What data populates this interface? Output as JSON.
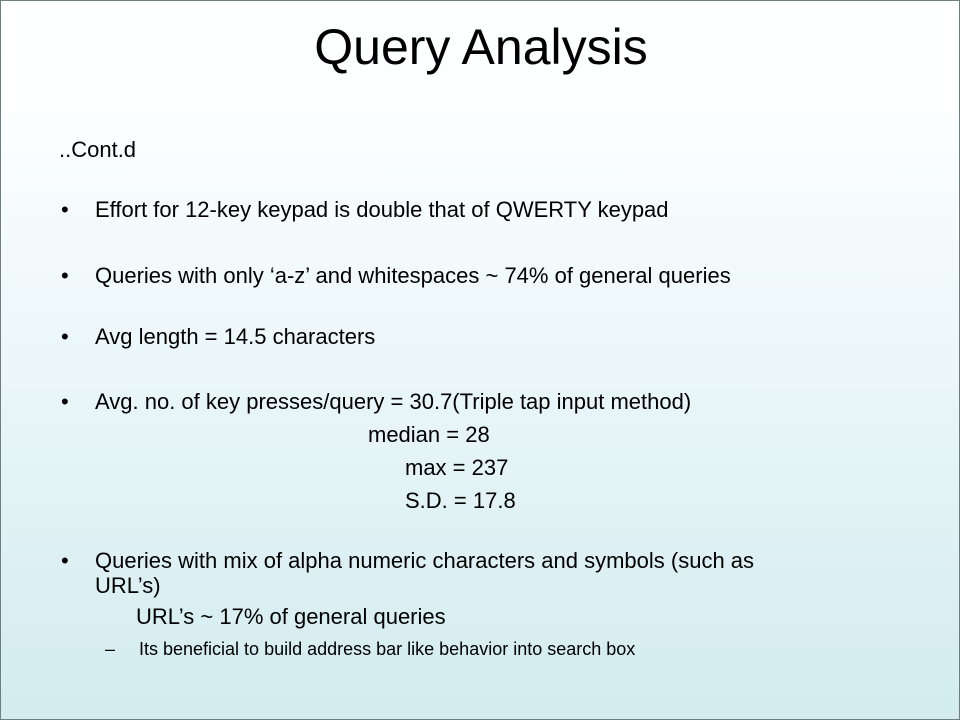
{
  "title": "Query Analysis",
  "cont_label": "..Cont.d",
  "bullet_symbol": "•",
  "dash_symbol": "–",
  "bullets": [
    "Effort for 12-key keypad is double that of QWERTY keypad",
    "Queries with only ‘a-z’ and whitespaces ~ 74% of general queries",
    "Avg length = 14.5 characters",
    "Avg. no. of key  presses/query = 30.7(Triple tap input method)",
    "Queries with mix of alpha numeric characters and symbols (such as",
    "URL’s)"
  ],
  "stats": {
    "median": "median = 28",
    "max": "max = 237",
    "sd": "S.D. = 17.8"
  },
  "url_line": "URL’s ~ 17% of general queries",
  "sub_bullet": "Its beneficial to build address bar like behavior into search box",
  "colors": {
    "background_top": "#ffffff",
    "background_bottom": "#d2ecef",
    "text": "#000000"
  }
}
